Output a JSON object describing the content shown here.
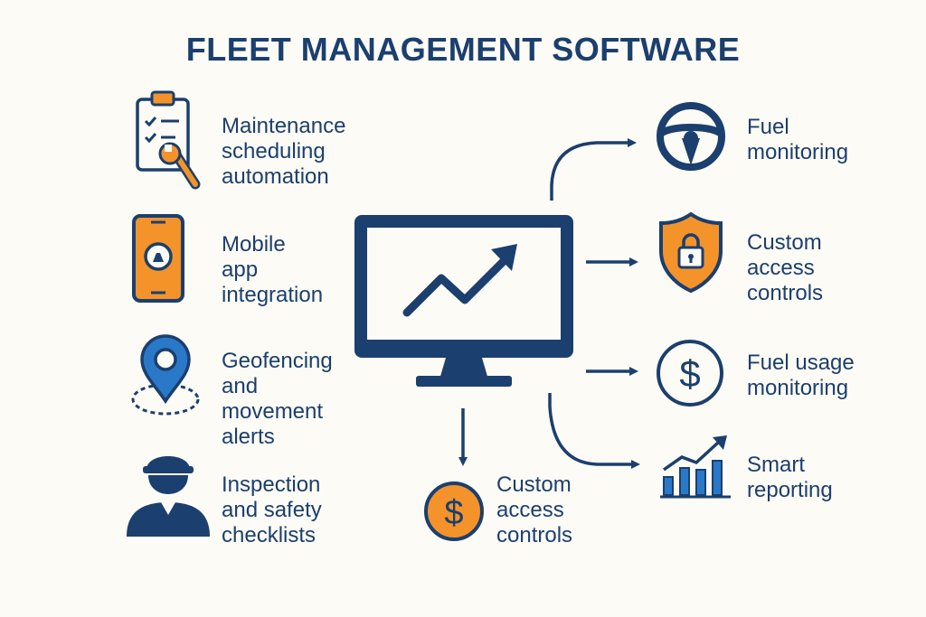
{
  "title": "FLEET MANAGEMENT SOFTWARE",
  "colors": {
    "navy": "#1b3f6e",
    "orange": "#f4932a",
    "blue": "#2a78c8",
    "background": "#fdfbf5"
  },
  "left_features": [
    {
      "icon": "clipboard-wrench-icon",
      "lines": [
        "Maintenance",
        "scheduling",
        "automation"
      ]
    },
    {
      "icon": "mobile-phone-icon",
      "lines": [
        "Mobile",
        "app",
        "integration"
      ]
    },
    {
      "icon": "map-pin-icon",
      "lines": [
        "Geofencing",
        "and",
        "movement",
        "alerts"
      ]
    },
    {
      "icon": "driver-icon",
      "lines": [
        "Inspection",
        "and safety",
        "checklists"
      ]
    }
  ],
  "right_features": [
    {
      "icon": "steering-wheel-icon",
      "lines": [
        "Fuel",
        "monitoring"
      ]
    },
    {
      "icon": "shield-lock-icon",
      "lines": [
        "Custom",
        "access",
        "controls"
      ]
    },
    {
      "icon": "dollar-circle-icon",
      "lines": [
        "Fuel usage",
        "monitoring"
      ]
    },
    {
      "icon": "bar-chart-icon",
      "lines": [
        "Smart",
        "reporting"
      ]
    }
  ],
  "bottom_feature": {
    "icon": "dollar-coin-icon",
    "lines": [
      "Custom",
      "access",
      "controls"
    ]
  },
  "center_icon": "monitor-trend-icon"
}
